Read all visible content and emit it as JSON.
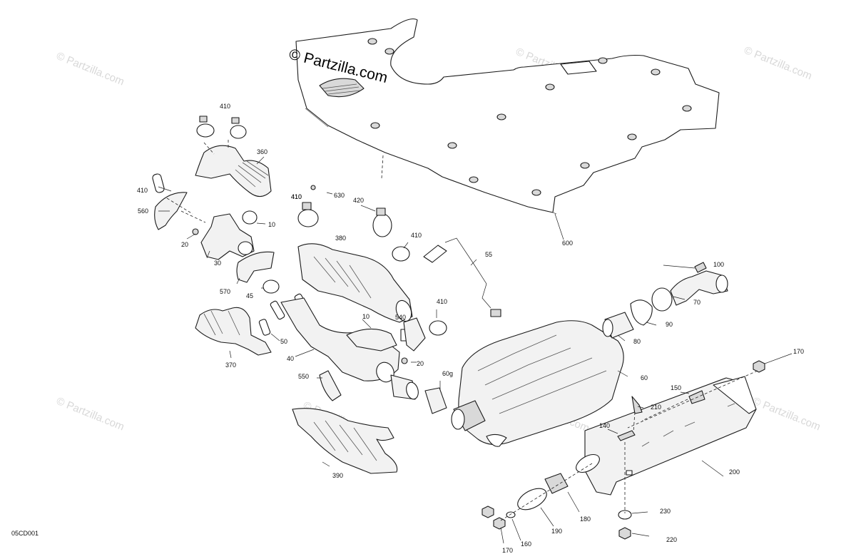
{
  "watermark": "© Partzilla.com",
  "brand_watermark": "© Partzilla.com",
  "diagram_code": "05CD001",
  "callouts": [
    "410",
    "410",
    "360",
    "410",
    "560",
    "10",
    "20",
    "30",
    "570",
    "45",
    "370",
    "50",
    "40",
    "10",
    "540",
    "410",
    "20",
    "550",
    "60g",
    "390",
    "630",
    "410",
    "420",
    "380",
    "410",
    "55",
    "600",
    "100",
    "70",
    "90",
    "80",
    "60",
    "170",
    "150",
    "210",
    "140",
    "200",
    "230",
    "180",
    "190",
    "160",
    "170",
    "220"
  ]
}
